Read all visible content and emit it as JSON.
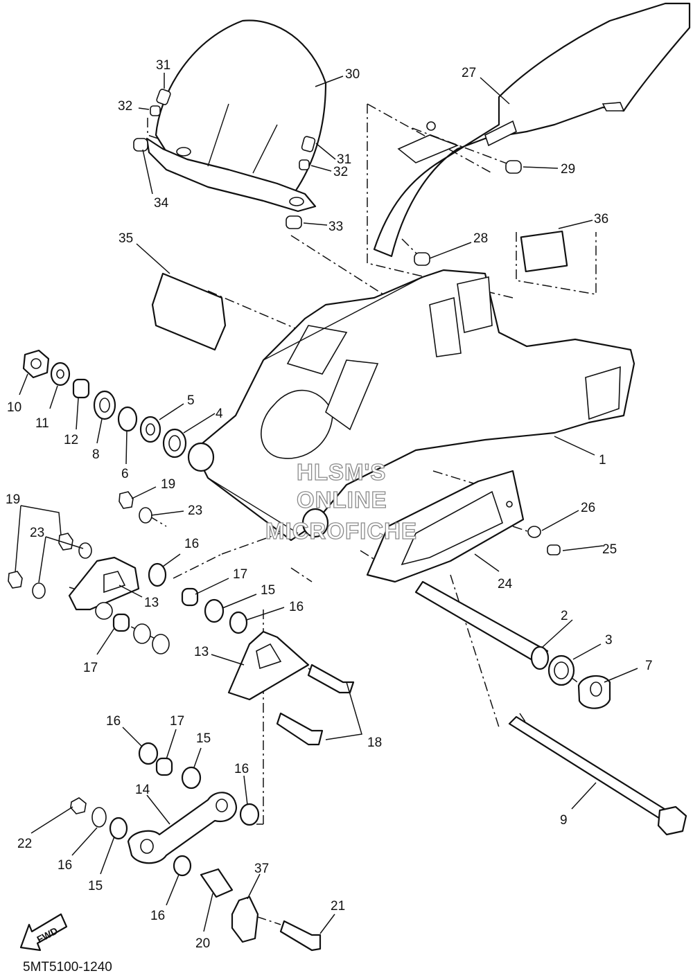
{
  "diagram_code": "5MT5100-1240",
  "watermark": [
    "HLSM'S",
    "ONLINE",
    "MICROFICHE"
  ],
  "fwd_label": "FWD",
  "callouts": {
    "c1": "1",
    "c2": "2",
    "c3": "3",
    "c4": "4",
    "c5": "5",
    "c6": "6",
    "c7": "7",
    "c8": "8",
    "c9": "9",
    "c10": "10",
    "c11": "11",
    "c12": "12",
    "c13a": "13",
    "c13b": "13",
    "c14": "14",
    "c15a": "15",
    "c15b": "15",
    "c15c": "15",
    "c16a": "16",
    "c16b": "16",
    "c16c": "16",
    "c16d": "16",
    "c16e": "16",
    "c16f": "16",
    "c17a": "17",
    "c17b": "17",
    "c17c": "17",
    "c18": "18",
    "c19a": "19",
    "c19b": "19",
    "c20": "20",
    "c21": "21",
    "c22": "22",
    "c23a": "23",
    "c23b": "23",
    "c24": "24",
    "c25": "25",
    "c26": "26",
    "c27": "27",
    "c28": "28",
    "c29": "29",
    "c30": "30",
    "c31a": "31",
    "c31b": "31",
    "c32a": "32",
    "c32b": "32",
    "c33": "33",
    "c34": "34",
    "c35": "35",
    "c36": "36",
    "c37": "37"
  }
}
